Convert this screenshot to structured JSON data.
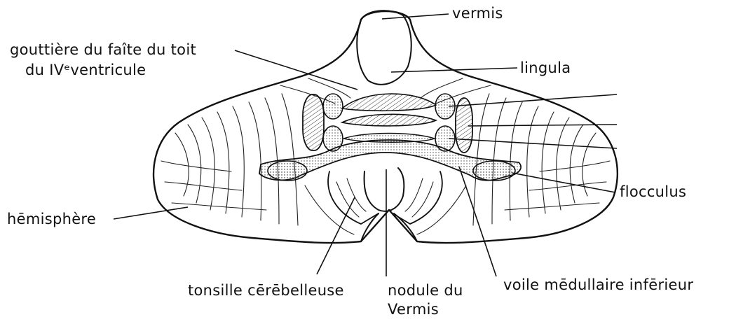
{
  "labels": {
    "vermis": "vermis",
    "gouttiere_line1": "gouttière du faîte du toit",
    "gouttiere_line2": "du IVᵉventricule",
    "lingula": "lingula",
    "flocculus": "flocculus",
    "hemisphere": "hēmisphère",
    "tonsille": "tonsille cērēbelleuse",
    "nodule_line1": "nodule du",
    "nodule_line2": "Vermis",
    "voile": "voile mēdullaire infērieur"
  }
}
